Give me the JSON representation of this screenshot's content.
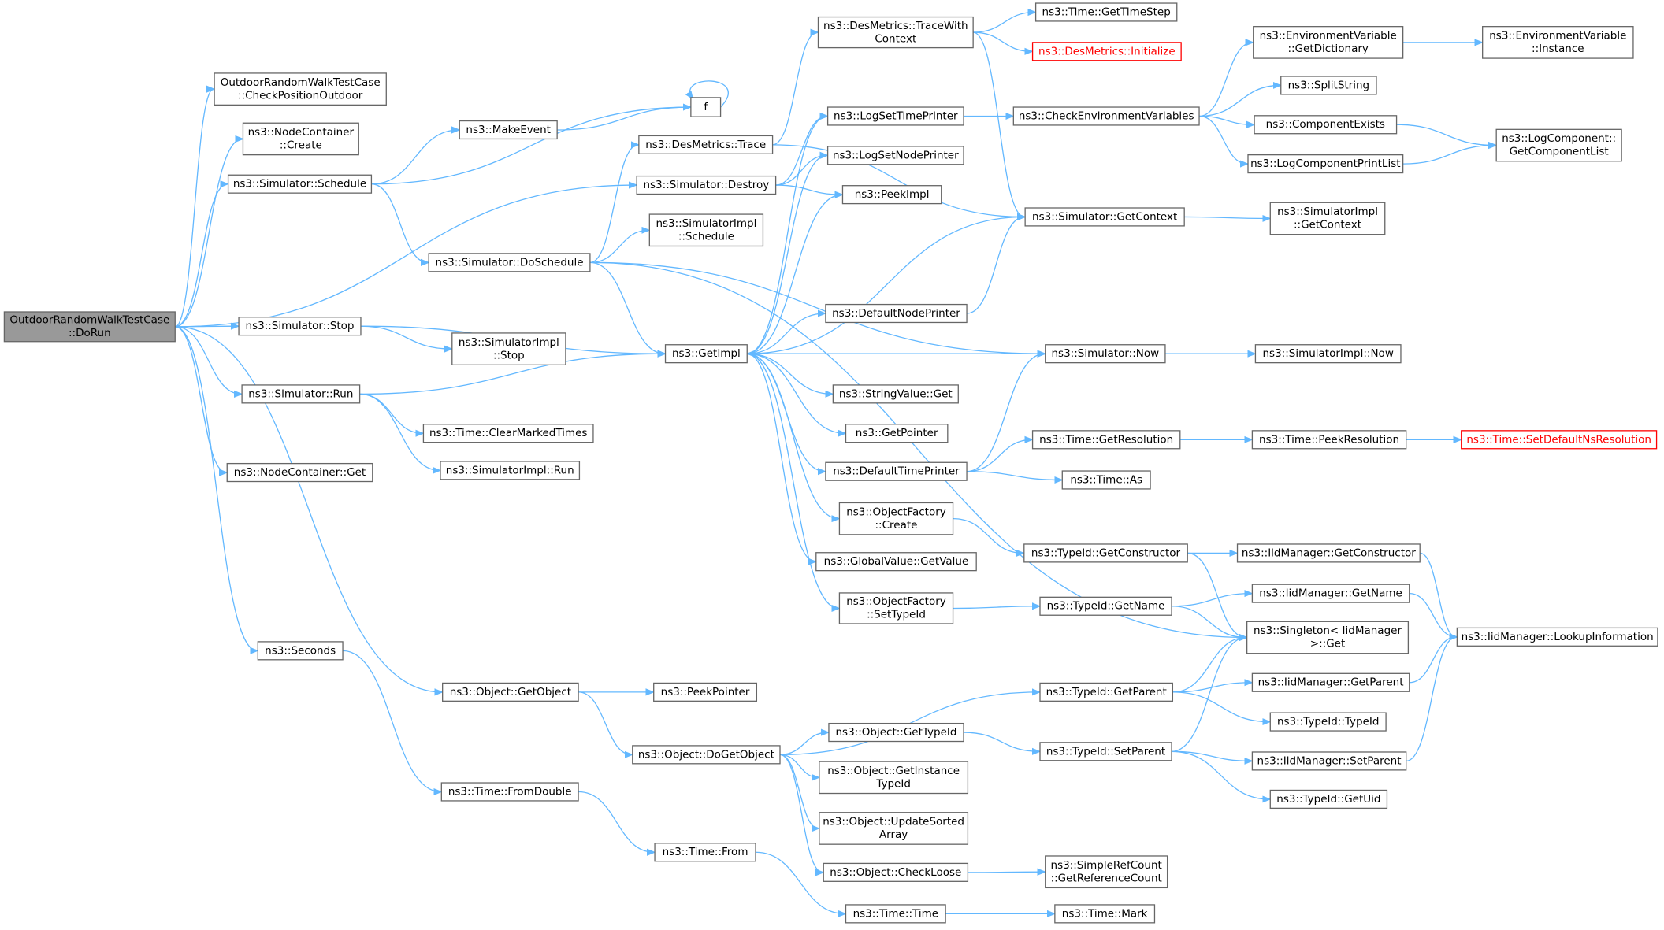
{
  "nodes": [
    {
      "id": "dorun",
      "lines": [
        "OutdoorRandomWalkTestCase",
        "::DoRun"
      ],
      "root": true
    },
    {
      "id": "checkpos",
      "lines": [
        "OutdoorRandomWalkTestCase",
        "::CheckPositionOutdoor"
      ]
    },
    {
      "id": "nc_create",
      "lines": [
        "ns3::NodeContainer",
        "::Create"
      ]
    },
    {
      "id": "sim_schedule",
      "lines": [
        "ns3::Simulator::Schedule"
      ]
    },
    {
      "id": "makeevent",
      "lines": [
        "ns3::MakeEvent"
      ]
    },
    {
      "id": "f",
      "lines": [
        "f"
      ]
    },
    {
      "id": "sim_destroy",
      "lines": [
        "ns3::Simulator::Destroy"
      ]
    },
    {
      "id": "des_trace",
      "lines": [
        "ns3::DesMetrics::Trace"
      ]
    },
    {
      "id": "des_tracewith",
      "lines": [
        "ns3::DesMetrics::TraceWith",
        "Context"
      ]
    },
    {
      "id": "time_gettimestep",
      "lines": [
        "ns3::Time::GetTimeStep"
      ]
    },
    {
      "id": "des_init",
      "lines": [
        "ns3::DesMetrics::Initialize"
      ],
      "trunc": true
    },
    {
      "id": "simimpl_schedule",
      "lines": [
        "ns3::SimulatorImpl",
        "::Schedule"
      ]
    },
    {
      "id": "sim_doschedule",
      "lines": [
        "ns3::Simulator::DoSchedule"
      ]
    },
    {
      "id": "sim_stop",
      "lines": [
        "ns3::Simulator::Stop"
      ]
    },
    {
      "id": "simimpl_stop",
      "lines": [
        "ns3::SimulatorImpl",
        "::Stop"
      ]
    },
    {
      "id": "sim_run",
      "lines": [
        "ns3::Simulator::Run"
      ]
    },
    {
      "id": "time_clearmarked",
      "lines": [
        "ns3::Time::ClearMarkedTimes"
      ]
    },
    {
      "id": "simimpl_run",
      "lines": [
        "ns3::SimulatorImpl::Run"
      ]
    },
    {
      "id": "nc_get",
      "lines": [
        "ns3::NodeContainer::Get"
      ]
    },
    {
      "id": "seconds",
      "lines": [
        "ns3::Seconds"
      ]
    },
    {
      "id": "obj_getobject",
      "lines": [
        "ns3::Object::GetObject"
      ]
    },
    {
      "id": "peekpointer",
      "lines": [
        "ns3::PeekPointer"
      ]
    },
    {
      "id": "obj_dogetobject",
      "lines": [
        "ns3::Object::DoGetObject"
      ]
    },
    {
      "id": "time_fromdouble",
      "lines": [
        "ns3::Time::FromDouble"
      ]
    },
    {
      "id": "time_from",
      "lines": [
        "ns3::Time::From"
      ]
    },
    {
      "id": "getimpl",
      "lines": [
        "ns3::GetImpl"
      ]
    },
    {
      "id": "logsettimeprinter",
      "lines": [
        "ns3::LogSetTimePrinter"
      ]
    },
    {
      "id": "logsetnodeprinter",
      "lines": [
        "ns3::LogSetNodePrinter"
      ]
    },
    {
      "id": "peekimpl",
      "lines": [
        "ns3::PeekImpl"
      ]
    },
    {
      "id": "defaultnodeprinter",
      "lines": [
        "ns3::DefaultNodePrinter"
      ]
    },
    {
      "id": "stringvalue_get",
      "lines": [
        "ns3::StringValue::Get"
      ]
    },
    {
      "id": "getpointer",
      "lines": [
        "ns3::GetPointer"
      ]
    },
    {
      "id": "defaulttimeprinter",
      "lines": [
        "ns3::DefaultTimePrinter"
      ]
    },
    {
      "id": "objfactory_create",
      "lines": [
        "ns3::ObjectFactory",
        "::Create"
      ]
    },
    {
      "id": "globalvalue_getvalue",
      "lines": [
        "ns3::GlobalValue::GetValue"
      ]
    },
    {
      "id": "objfactory_settypeid",
      "lines": [
        "ns3::ObjectFactory",
        "::SetTypeId"
      ]
    },
    {
      "id": "obj_gettypeid",
      "lines": [
        "ns3::Object::GetTypeId"
      ]
    },
    {
      "id": "obj_getinstancetypeid",
      "lines": [
        "ns3::Object::GetInstance",
        "TypeId"
      ]
    },
    {
      "id": "obj_updatesorted",
      "lines": [
        "ns3::Object::UpdateSorted",
        "Array"
      ]
    },
    {
      "id": "obj_checkloose",
      "lines": [
        "ns3::Object::CheckLoose"
      ]
    },
    {
      "id": "time_time",
      "lines": [
        "ns3::Time::Time"
      ]
    },
    {
      "id": "time_mark",
      "lines": [
        "ns3::Time::Mark"
      ]
    },
    {
      "id": "checkenv",
      "lines": [
        "ns3::CheckEnvironmentVariables"
      ]
    },
    {
      "id": "sim_getcontext",
      "lines": [
        "ns3::Simulator::GetContext"
      ]
    },
    {
      "id": "sim_now",
      "lines": [
        "ns3::Simulator::Now"
      ]
    },
    {
      "id": "time_getresolution",
      "lines": [
        "ns3::Time::GetResolution"
      ]
    },
    {
      "id": "time_as",
      "lines": [
        "ns3::Time::As"
      ]
    },
    {
      "id": "typeid_getconstructor",
      "lines": [
        "ns3::TypeId::GetConstructor"
      ]
    },
    {
      "id": "typeid_getname",
      "lines": [
        "ns3::TypeId::GetName"
      ]
    },
    {
      "id": "typeid_getparent",
      "lines": [
        "ns3::TypeId::GetParent"
      ]
    },
    {
      "id": "typeid_setparent",
      "lines": [
        "ns3::TypeId::SetParent"
      ]
    },
    {
      "id": "simplerefcount",
      "lines": [
        "ns3::SimpleRefCount",
        "::GetReferenceCount"
      ]
    },
    {
      "id": "envvar_getdict",
      "lines": [
        "ns3::EnvironmentVariable",
        "::GetDictionary"
      ]
    },
    {
      "id": "splitstring",
      "lines": [
        "ns3::SplitString"
      ]
    },
    {
      "id": "componentexists",
      "lines": [
        "ns3::ComponentExists"
      ]
    },
    {
      "id": "logcomponentprintlist",
      "lines": [
        "ns3::LogComponentPrintList"
      ]
    },
    {
      "id": "simimpl_getcontext",
      "lines": [
        "ns3::SimulatorImpl",
        "::GetContext"
      ]
    },
    {
      "id": "simimpl_now",
      "lines": [
        "ns3::SimulatorImpl::Now"
      ]
    },
    {
      "id": "time_peekresolution",
      "lines": [
        "ns3::Time::PeekResolution"
      ]
    },
    {
      "id": "iid_getconstructor",
      "lines": [
        "ns3::IidManager::GetConstructor"
      ]
    },
    {
      "id": "iid_getname",
      "lines": [
        "ns3::IidManager::GetName"
      ]
    },
    {
      "id": "singleton_get",
      "lines": [
        "ns3::Singleton< IidManager",
        ">::Get"
      ]
    },
    {
      "id": "iid_getparent",
      "lines": [
        "ns3::IidManager::GetParent"
      ]
    },
    {
      "id": "typeid_typeid",
      "lines": [
        "ns3::TypeId::TypeId"
      ]
    },
    {
      "id": "iid_setparent",
      "lines": [
        "ns3::IidManager::SetParent"
      ]
    },
    {
      "id": "typeid_getuid",
      "lines": [
        "ns3::TypeId::GetUid"
      ]
    },
    {
      "id": "envvar_instance",
      "lines": [
        "ns3::EnvironmentVariable",
        "::Instance"
      ]
    },
    {
      "id": "logcomponent_getlist",
      "lines": [
        "ns3::LogComponent::",
        "GetComponentList"
      ]
    },
    {
      "id": "time_setdefaultns",
      "lines": [
        "ns3::Time::SetDefaultNsResolution"
      ],
      "trunc": true
    },
    {
      "id": "iid_lookupinfo",
      "lines": [
        "ns3::IidManager::LookupInformation"
      ]
    }
  ],
  "edges": [
    [
      "dorun",
      "checkpos"
    ],
    [
      "dorun",
      "nc_create"
    ],
    [
      "dorun",
      "sim_schedule"
    ],
    [
      "dorun",
      "sim_destroy"
    ],
    [
      "dorun",
      "sim_stop"
    ],
    [
      "dorun",
      "sim_run"
    ],
    [
      "dorun",
      "nc_get"
    ],
    [
      "dorun",
      "obj_getobject"
    ],
    [
      "dorun",
      "seconds"
    ],
    [
      "sim_schedule",
      "makeevent"
    ],
    [
      "sim_schedule",
      "f"
    ],
    [
      "sim_schedule",
      "sim_doschedule"
    ],
    [
      "makeevent",
      "f"
    ],
    [
      "f",
      "f"
    ],
    [
      "sim_destroy",
      "logsettimeprinter"
    ],
    [
      "sim_destroy",
      "logsetnodeprinter"
    ],
    [
      "sim_destroy",
      "peekimpl"
    ],
    [
      "des_trace",
      "des_tracewith"
    ],
    [
      "des_trace",
      "sim_getcontext"
    ],
    [
      "des_tracewith",
      "time_gettimestep"
    ],
    [
      "des_tracewith",
      "des_init"
    ],
    [
      "des_tracewith",
      "sim_getcontext"
    ],
    [
      "sim_doschedule",
      "des_trace"
    ],
    [
      "sim_doschedule",
      "simimpl_schedule"
    ],
    [
      "sim_doschedule",
      "getimpl"
    ],
    [
      "sim_doschedule",
      "sim_now"
    ],
    [
      "sim_doschedule",
      "singleton_get"
    ],
    [
      "sim_stop",
      "simimpl_stop"
    ],
    [
      "sim_stop",
      "getimpl"
    ],
    [
      "sim_run",
      "getimpl"
    ],
    [
      "sim_run",
      "time_clearmarked"
    ],
    [
      "sim_run",
      "simimpl_run"
    ],
    [
      "seconds",
      "time_fromdouble"
    ],
    [
      "obj_getobject",
      "peekpointer"
    ],
    [
      "obj_getobject",
      "obj_dogetobject"
    ],
    [
      "obj_dogetobject",
      "typeid_getparent"
    ],
    [
      "obj_dogetobject",
      "obj_gettypeid"
    ],
    [
      "obj_dogetobject",
      "obj_getinstancetypeid"
    ],
    [
      "obj_dogetobject",
      "obj_updatesorted"
    ],
    [
      "obj_dogetobject",
      "obj_checkloose"
    ],
    [
      "time_fromdouble",
      "time_from"
    ],
    [
      "time_from",
      "time_time"
    ],
    [
      "time_time",
      "time_mark"
    ],
    [
      "getimpl",
      "logsettimeprinter"
    ],
    [
      "getimpl",
      "logsetnodeprinter"
    ],
    [
      "getimpl",
      "peekimpl"
    ],
    [
      "getimpl",
      "sim_getcontext"
    ],
    [
      "getimpl",
      "defaultnodeprinter"
    ],
    [
      "getimpl",
      "stringvalue_get"
    ],
    [
      "getimpl",
      "getpointer"
    ],
    [
      "getimpl",
      "defaulttimeprinter"
    ],
    [
      "getimpl",
      "objfactory_create"
    ],
    [
      "getimpl",
      "globalvalue_getvalue"
    ],
    [
      "getimpl",
      "objfactory_settypeid"
    ],
    [
      "logsettimeprinter",
      "checkenv"
    ],
    [
      "defaultnodeprinter",
      "sim_getcontext"
    ],
    [
      "defaulttimeprinter",
      "sim_now"
    ],
    [
      "defaulttimeprinter",
      "time_getresolution"
    ],
    [
      "defaulttimeprinter",
      "time_as"
    ],
    [
      "objfactory_create",
      "typeid_getconstructor"
    ],
    [
      "objfactory_settypeid",
      "typeid_getname"
    ],
    [
      "obj_gettypeid",
      "typeid_setparent"
    ],
    [
      "obj_checkloose",
      "simplerefcount"
    ],
    [
      "checkenv",
      "envvar_getdict"
    ],
    [
      "checkenv",
      "splitstring"
    ],
    [
      "checkenv",
      "componentexists"
    ],
    [
      "checkenv",
      "logcomponentprintlist"
    ],
    [
      "sim_getcontext",
      "simimpl_getcontext"
    ],
    [
      "sim_now",
      "getimpl"
    ],
    [
      "sim_now",
      "simimpl_now"
    ],
    [
      "time_getresolution",
      "time_peekresolution"
    ],
    [
      "time_peekresolution",
      "time_setdefaultns"
    ],
    [
      "typeid_getconstructor",
      "iid_getconstructor"
    ],
    [
      "typeid_getconstructor",
      "singleton_get"
    ],
    [
      "typeid_getname",
      "iid_getname"
    ],
    [
      "typeid_getname",
      "singleton_get"
    ],
    [
      "typeid_getparent",
      "singleton_get"
    ],
    [
      "typeid_getparent",
      "iid_getparent"
    ],
    [
      "typeid_getparent",
      "typeid_typeid"
    ],
    [
      "typeid_setparent",
      "singleton_get"
    ],
    [
      "typeid_setparent",
      "iid_setparent"
    ],
    [
      "typeid_setparent",
      "typeid_getuid"
    ],
    [
      "envvar_getdict",
      "envvar_instance"
    ],
    [
      "componentexists",
      "logcomponent_getlist"
    ],
    [
      "logcomponentprintlist",
      "logcomponent_getlist"
    ],
    [
      "iid_getconstructor",
      "iid_lookupinfo"
    ],
    [
      "iid_getname",
      "iid_lookupinfo"
    ],
    [
      "iid_getparent",
      "iid_lookupinfo"
    ],
    [
      "iid_setparent",
      "iid_lookupinfo"
    ]
  ]
}
